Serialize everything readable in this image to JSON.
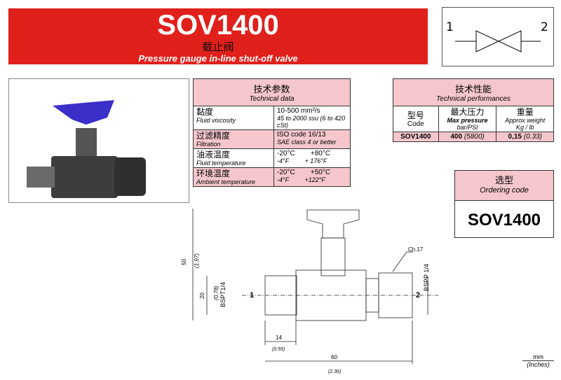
{
  "header": {
    "title": "SOV1400",
    "subtitle_cn": "截止阀",
    "subtitle_en": "Pressure gauge in-line shut-off valve"
  },
  "symbol": {
    "port1": "1",
    "port2": "2"
  },
  "tech_data": {
    "title_cn": "技术参数",
    "title_en": "Technical data",
    "rows": [
      {
        "cn": "黏度",
        "en": "Fluid viscosity",
        "v1": "10-500 mm²/s",
        "v2": "45 to 2000 ssu (6 to 420 cSt)"
      },
      {
        "cn": "过滤精度",
        "en": "Filtration",
        "v1": "ISO code 16/13",
        "v2": "SAE class 4 or better"
      },
      {
        "cn": "油液温度",
        "en": "Fluid temperature",
        "v1": "-20°C        +80°C",
        "v2": "-4°F         + 176°F"
      },
      {
        "cn": "环境温度",
        "en": "Ambient temperature",
        "v1": "-20°C        +50°C",
        "v2": "-4°F         +122°F"
      }
    ]
  },
  "performance": {
    "title_cn": "技术性能",
    "title_en": "Technical performances",
    "cols": [
      {
        "cn": "型号",
        "en": "Code",
        "unit": ""
      },
      {
        "cn": "最大压力",
        "en": "Max pressure",
        "unit": "bar/PSI"
      },
      {
        "cn": "重量",
        "en": "Approx weight",
        "unit": "Kg / lb"
      }
    ],
    "row": {
      "code": "SOV1400",
      "pressure": "400",
      "pressure_psi": "(5800)",
      "weight": "0,15",
      "weight_lb": "(0.33)"
    }
  },
  "ordering": {
    "title_cn": "选型",
    "title_en": "Ordering code",
    "code": "SOV1400"
  },
  "drawing": {
    "h_total": "50",
    "h_total_in": "(1.97)",
    "h_body": "20",
    "h_body_in": "(0.78)",
    "port_left": "BSPT1/4",
    "port_right": "BSPP 1/4",
    "hex": "Ch.17",
    "w_small": "14",
    "w_small_in": "(0.55)",
    "w_total": "60",
    "w_total_in": "(2.36)",
    "p1": "1",
    "p2": "2"
  },
  "units": {
    "mm": "mm",
    "inch": "(Inches)"
  }
}
